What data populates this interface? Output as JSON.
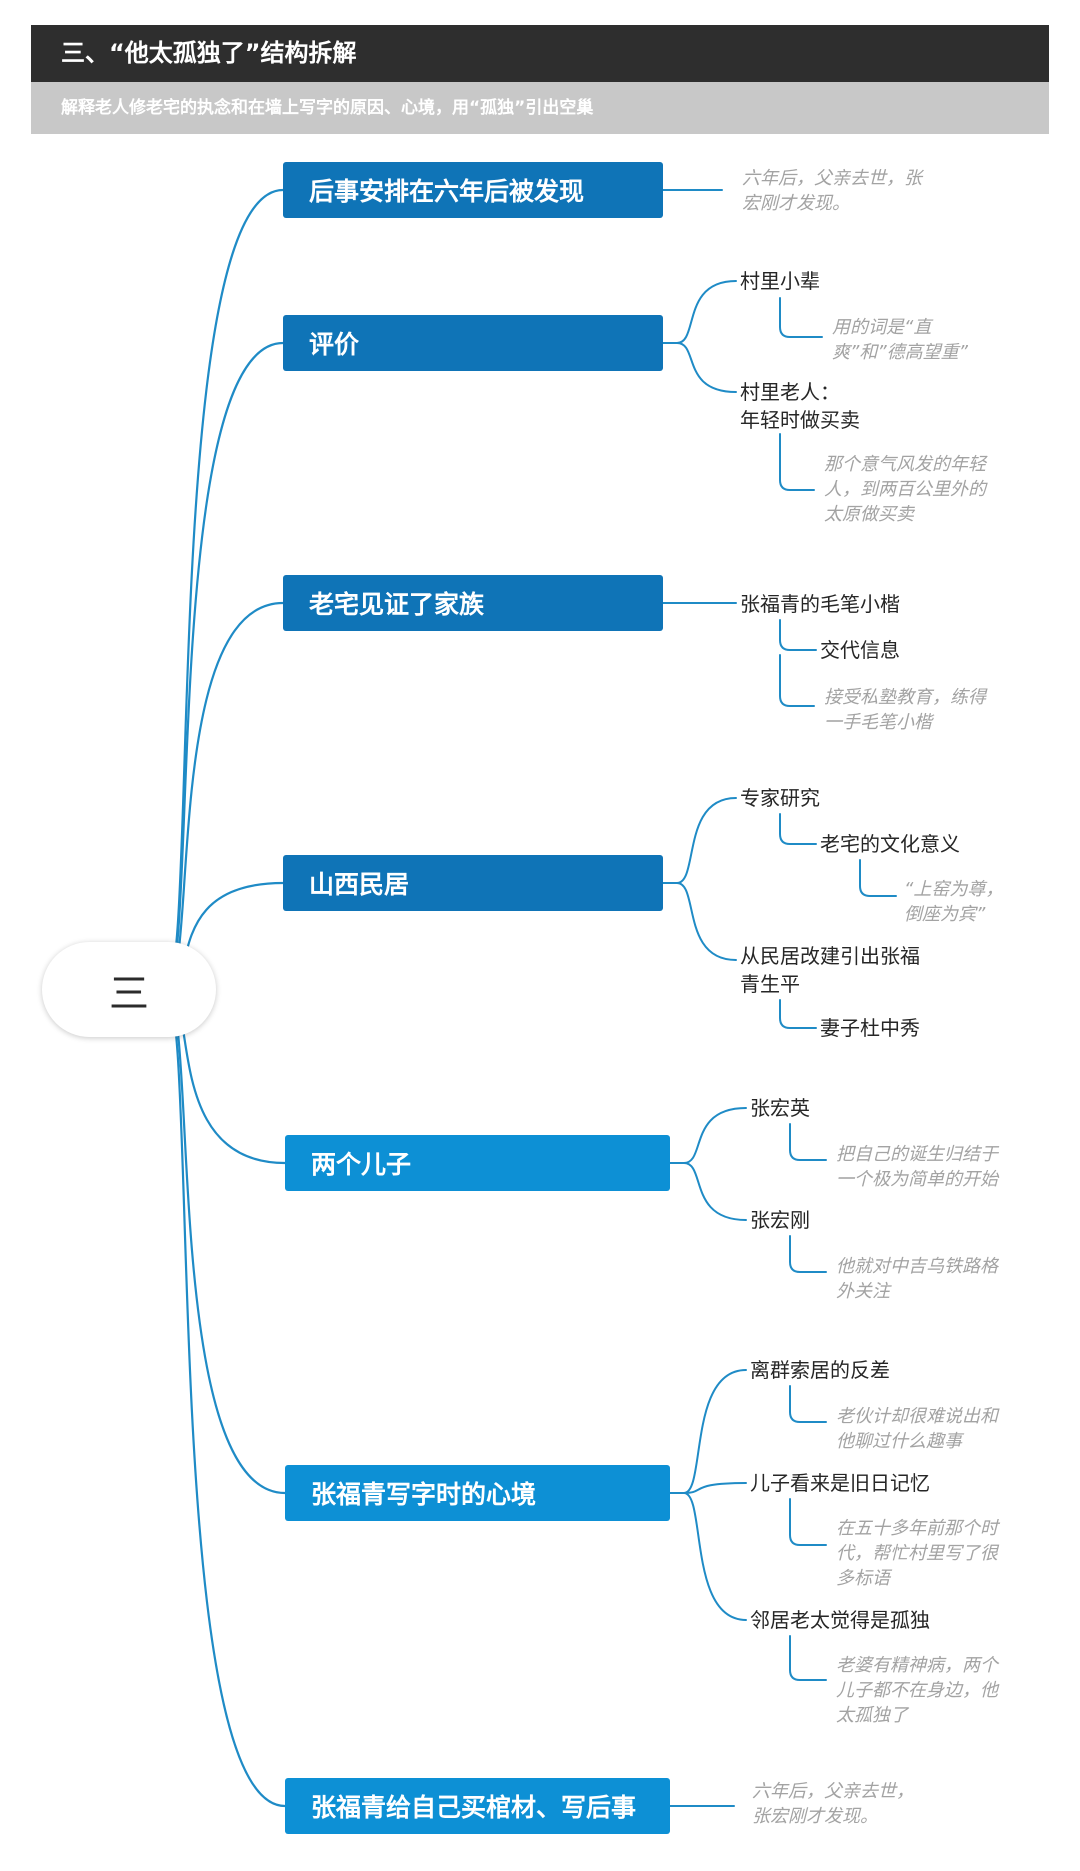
{
  "header": {
    "title": "三、“他太孤独了”结构拆解",
    "subtitle": "解释老人修老宅的执念和在墙上写字的原因、心境，用“孤独”引出空巢"
  },
  "root": {
    "label": "三"
  },
  "colors": {
    "line": "#1f8bc6",
    "node_dark": "#0f74b7",
    "node_light": "#0d90d5",
    "header_bg": "#2e2e2e",
    "subheader_bg": "#c8c8c8",
    "note_text": "#a3a3a3"
  },
  "branches": [
    {
      "label": "后事安排在六年后被发现",
      "note": [
        "六年后，父亲去世，张",
        "宏刚才发现。"
      ]
    },
    {
      "label": "评价",
      "children": [
        {
          "label": [
            "村里小辈"
          ],
          "note": [
            "用的词是“直",
            "爽”和”德高望重”"
          ]
        },
        {
          "label": [
            "村里老人：",
            "年轻时做买卖"
          ],
          "note": [
            "那个意气风发的年轻",
            "人，到两百公里外的",
            "太原做买卖"
          ]
        }
      ]
    },
    {
      "label": "老宅见证了家族",
      "children": [
        {
          "label": [
            "张福青的毛笔小楷"
          ],
          "sub": "交代信息",
          "note": [
            "接受私塾教育，练得",
            "一手毛笔小楷"
          ]
        }
      ]
    },
    {
      "label": "山西民居",
      "children": [
        {
          "label": [
            "专家研究"
          ],
          "sub": "老宅的文化意义",
          "note": [
            "“上窑为尊，",
            "倒座为宾”"
          ]
        },
        {
          "label": [
            "从民居改建引出张福",
            "青生平"
          ],
          "sub": "妻子杜中秀"
        }
      ]
    },
    {
      "label": "两个儿子",
      "children": [
        {
          "label": [
            "张宏英"
          ],
          "note": [
            "把自己的诞生归结于",
            "一个极为简单的开始"
          ]
        },
        {
          "label": [
            "张宏刚"
          ],
          "note": [
            "他就对中吉乌铁路格",
            "外关注"
          ]
        }
      ]
    },
    {
      "label": "张福青写字时的心境",
      "children": [
        {
          "label": [
            "离群索居的反差"
          ],
          "note": [
            "老伙计却很难说出和",
            "他聊过什么趣事"
          ]
        },
        {
          "label": [
            "儿子看来是旧日记忆"
          ],
          "note": [
            "在五十多年前那个时",
            "代，帮忙村里写了很",
            "多标语"
          ]
        },
        {
          "label": [
            "邻居老太觉得是孤独"
          ],
          "note": [
            "老婆有精神病，两个",
            "儿子都不在身边，他",
            "太孤独了"
          ]
        }
      ]
    },
    {
      "label": "张福青给自己买棺材、写后事",
      "note": [
        "六年后，父亲去世，",
        "张宏刚才发现。"
      ]
    }
  ]
}
